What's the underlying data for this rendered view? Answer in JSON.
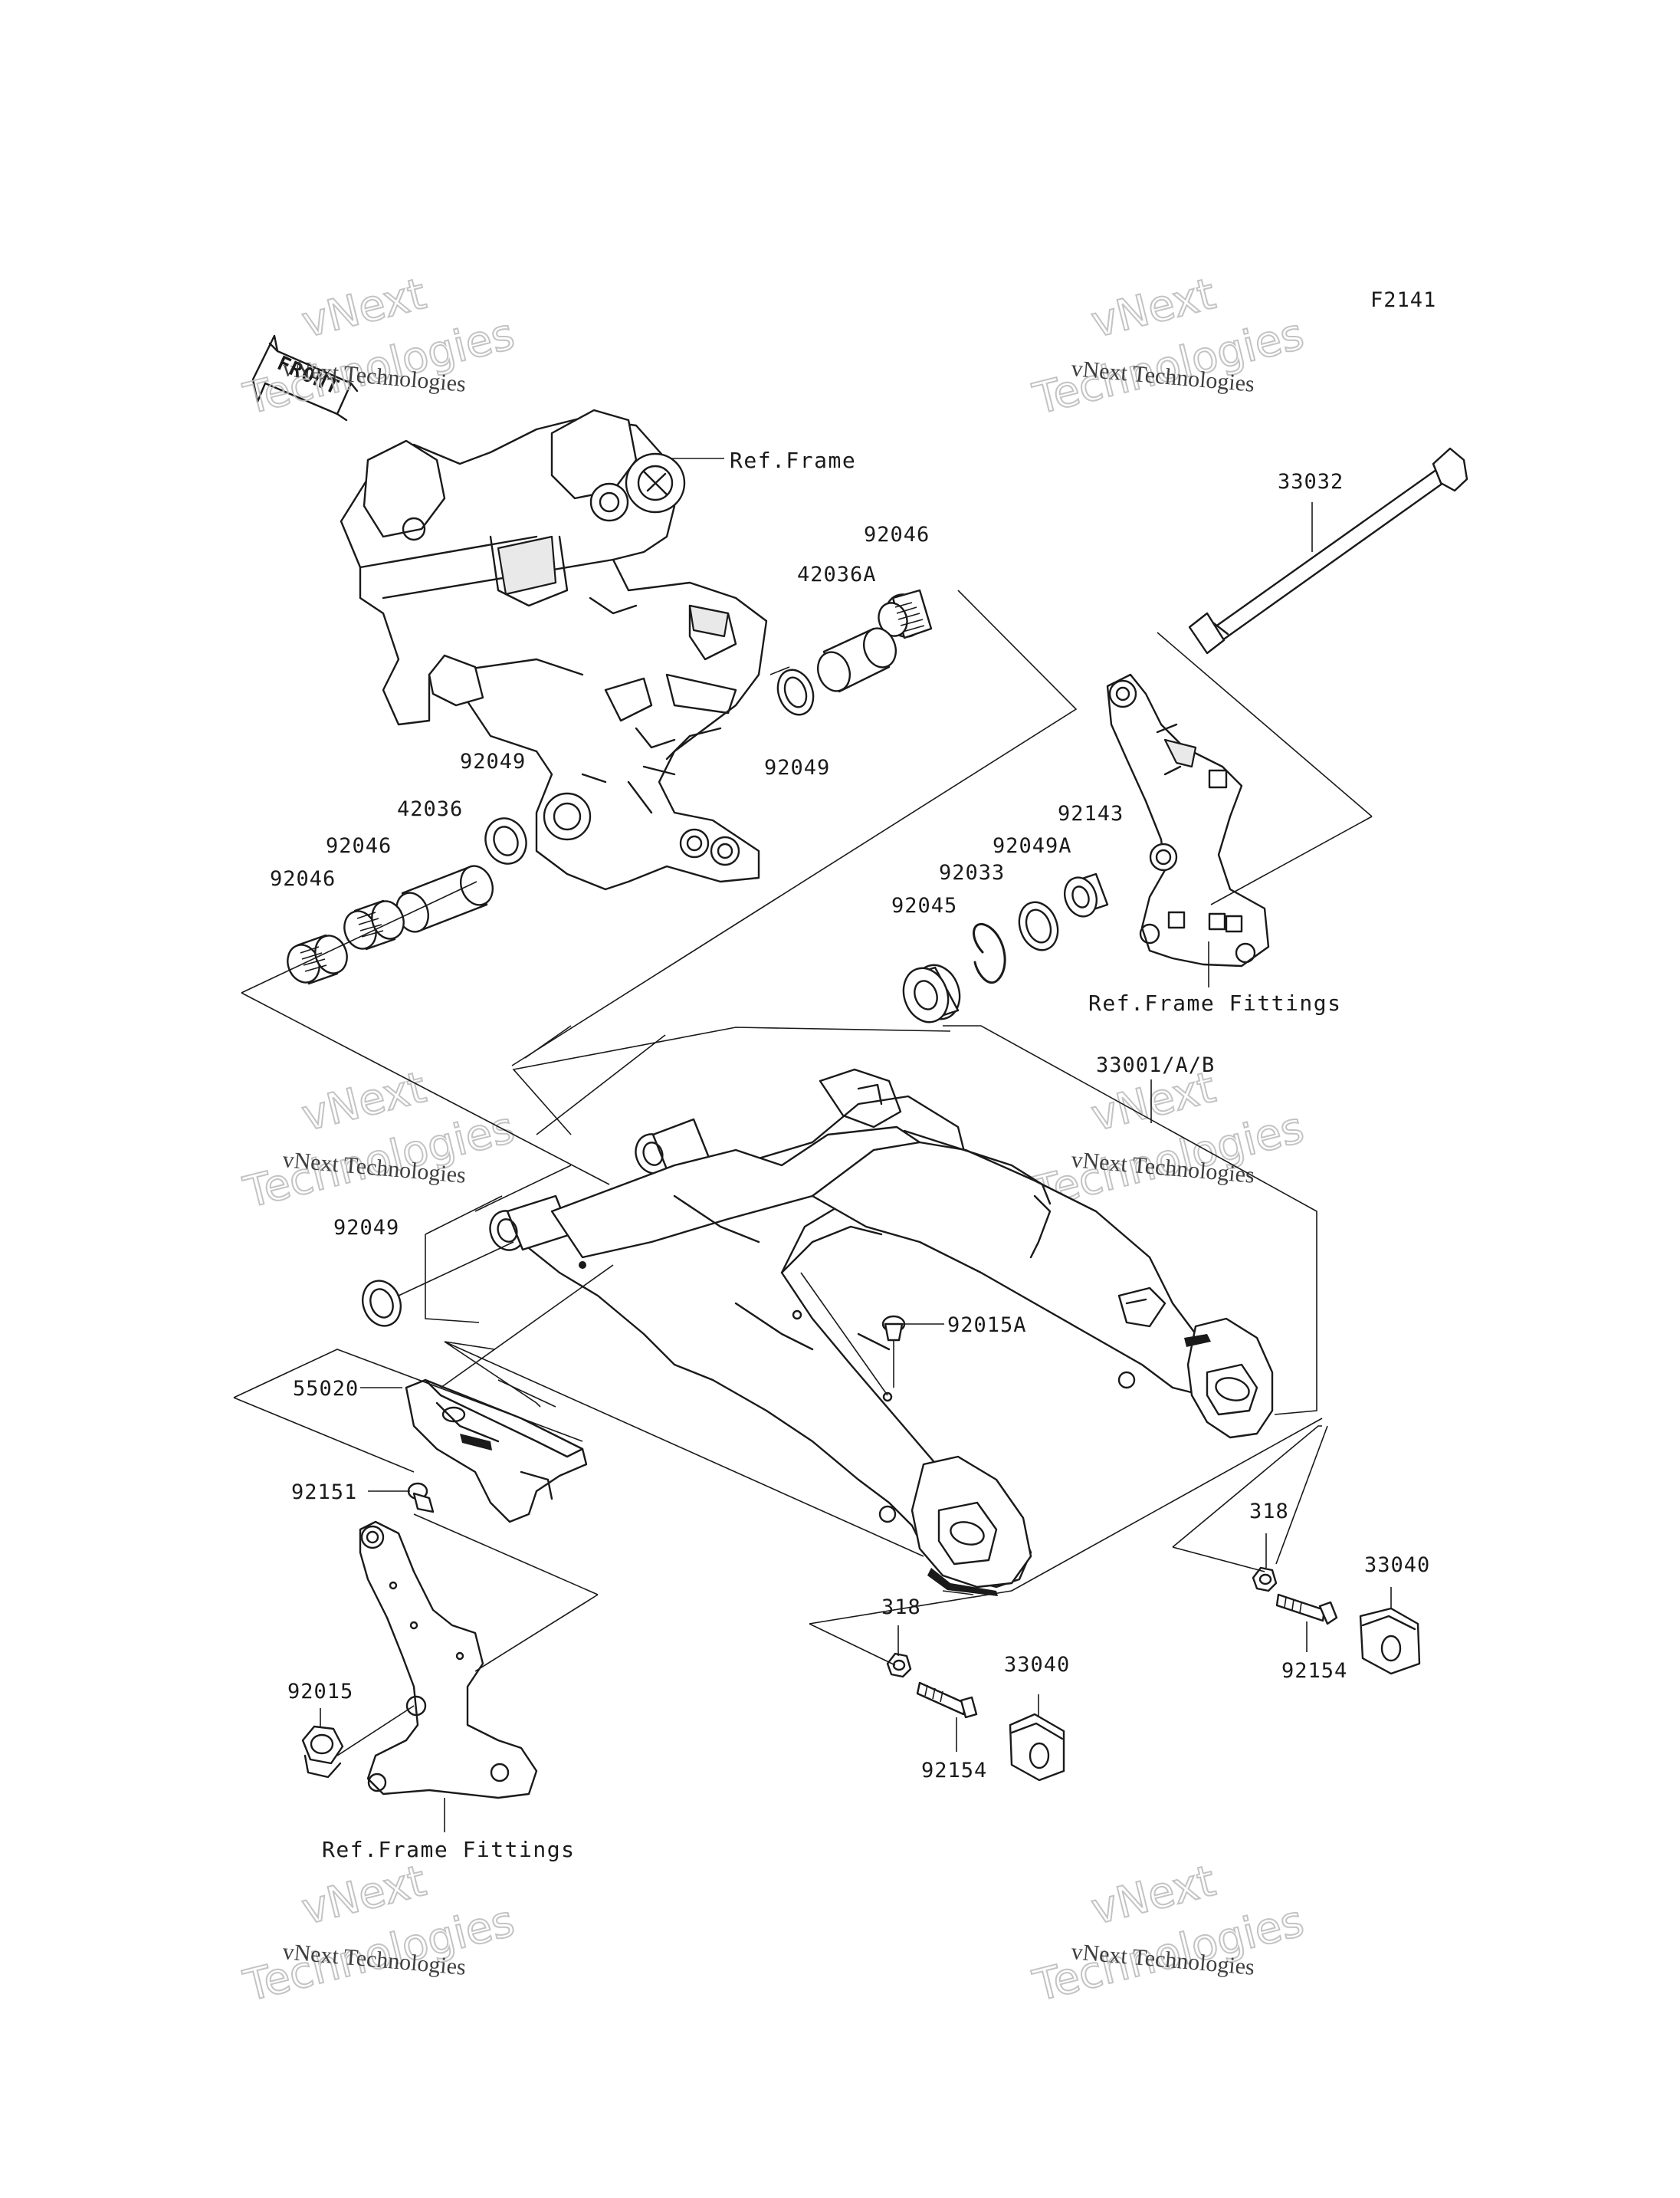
{
  "diagram_id": "F2141",
  "front_arrow_label": "FRONT",
  "watermark": {
    "line1": "vNext Technologies",
    "line2": "vNext",
    "line3": "Technologies"
  },
  "labels": {
    "ref_frame": "Ref.Frame",
    "ref_frame_fittings_right": "Ref.Frame Fittings",
    "ref_frame_fittings_left": "Ref.Frame Fittings",
    "p33032": "33032",
    "p92046_top": "92046",
    "p42036A": "42036A",
    "p92049_top": "92049",
    "p92049_mid": "92049",
    "p42036": "42036",
    "p92046_mid": "92046",
    "p92046_left": "92046",
    "p92143": "92143",
    "p92049A": "92049A",
    "p92033": "92033",
    "p92045": "92045",
    "p33001": "33001/A/B",
    "p92049_low": "92049",
    "p92015A": "92015A",
    "p55020": "55020",
    "p92151": "92151",
    "p92015": "92015",
    "p318_right": "318",
    "p33040_right": "33040",
    "p92154_right": "92154",
    "p318_center": "318",
    "p33040_center": "33040",
    "p92154_center": "92154"
  }
}
